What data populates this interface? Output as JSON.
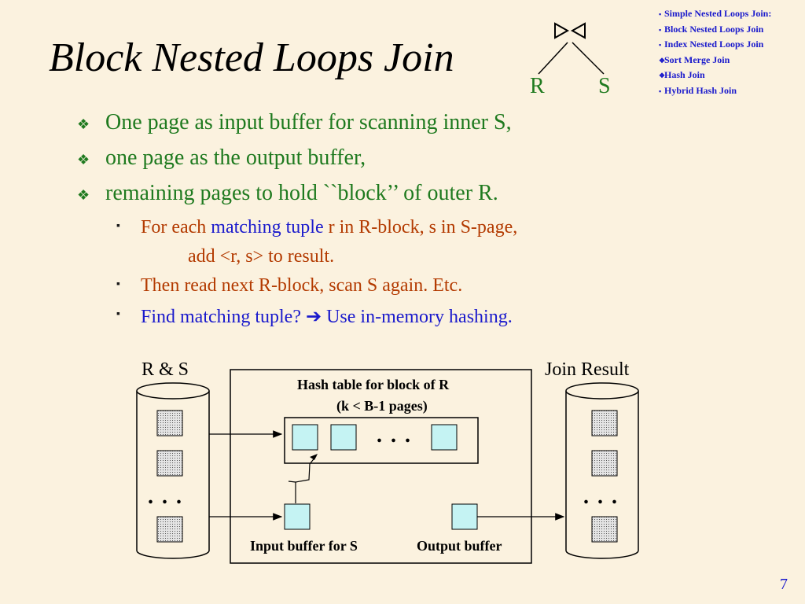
{
  "title": "Block Nested Loops Join",
  "join_diagram": {
    "symbol": "⋈",
    "left": "R",
    "right": "S"
  },
  "nav": {
    "items": [
      {
        "bullet": "▪",
        "label": "Simple Nested Loops Join:"
      },
      {
        "bullet": "▪",
        "label": "Block Nested Loops Join"
      },
      {
        "bullet": "▪",
        "label": "Index Nested Loops Join"
      },
      {
        "bullet": "❖",
        "label": "Sort Merge Join"
      },
      {
        "bullet": "❖",
        "label": "Hash Join"
      },
      {
        "bullet": "▪",
        "label": "Hybrid Hash Join"
      }
    ]
  },
  "bullets": [
    {
      "marker": "❖",
      "text": "One page as input buffer for scanning inner S,"
    },
    {
      "marker": "❖",
      "text": "one page as the output buffer,"
    },
    {
      "marker": "❖",
      "text": "remaining pages to hold ``block’’ of outer R."
    }
  ],
  "sub_bullets": {
    "marker": "▪",
    "line1": {
      "part1": "For each ",
      "part2": "matching tuple",
      "part3": " r in R-block, s in S-page,"
    },
    "line1_cont": "add   <r, s> to result.",
    "line2": "Then read next R-block, scan S again.  Etc.",
    "line3": {
      "part1": "Find matching tuple? ",
      "arrow": "➔",
      "part2": " Use in-memory hashing."
    }
  },
  "diagram": {
    "left_disk_label": "R & S",
    "right_disk_label": "Join Result",
    "hash_table_title_1": "Hash table for block of R",
    "hash_table_title_2": "(k < B-1 pages)",
    "ellipsis": ". . .",
    "input_buffer_label": "Input buffer for S",
    "output_buffer_label": "Output buffer"
  },
  "page_number": "7",
  "colors": {
    "background": "#fbf2df",
    "bullet_green": "#1f7a1f",
    "sub_orange": "#b33a00",
    "link_blue": "#1a1acc",
    "buffer_cyan": "#c5f3f3"
  }
}
